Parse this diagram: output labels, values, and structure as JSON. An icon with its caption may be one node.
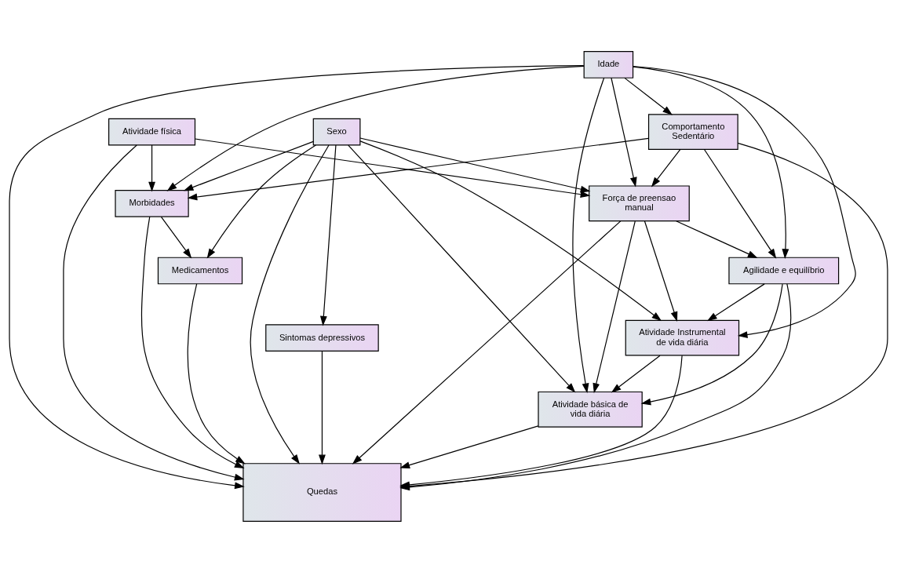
{
  "diagram": {
    "nodes": [
      {
        "text": [
          "Força de preensao manual"
        ]
      },
      {
        "text": [
          "Atividade física"
        ]
      },
      {
        "text": [
          "Morbidades"
        ]
      },
      {
        "text": [
          "Comportamento Sedentário"
        ]
      },
      {
        "text": [
          "Medicamentos"
        ]
      },
      {
        "text": [
          "Atividade básica de vida diária"
        ]
      },
      {
        "text": [
          "Sexo"
        ]
      },
      {
        "text": [
          "Atividade Instrumental de vida diária"
        ]
      },
      {
        "text": [
          "Idade"
        ]
      },
      {
        "text": [
          "Sintomas depressivos"
        ]
      },
      {
        "text": [
          "Agilidade e equilíbrio"
        ]
      },
      {
        "text": [
          "Quedas"
        ]
      }
    ],
    "edges": [
      {
        "from": 1,
        "to": 0,
        "arrow": "to"
      },
      {
        "from": 1,
        "to": 2,
        "arrow": "to"
      },
      {
        "from": 1,
        "to": 11,
        "arrow": "to"
      },
      {
        "from": 0,
        "to": 5,
        "arrow": "to"
      },
      {
        "from": 0,
        "to": 7,
        "arrow": "to"
      },
      {
        "from": 0,
        "to": 10,
        "arrow": "to"
      },
      {
        "from": 0,
        "to": 11,
        "arrow": "to"
      },
      {
        "from": 3,
        "to": 0,
        "arrow": "to"
      },
      {
        "from": 3,
        "to": 2,
        "arrow": "to"
      },
      {
        "from": 3,
        "to": 10,
        "arrow": "to"
      },
      {
        "from": 3,
        "to": 11,
        "arrow": "to"
      },
      {
        "from": 2,
        "to": 4,
        "arrow": "to"
      },
      {
        "from": 2,
        "to": 11,
        "arrow": "to"
      },
      {
        "from": 4,
        "to": 11,
        "arrow": "to"
      },
      {
        "from": 6,
        "to": 0,
        "arrow": "to"
      },
      {
        "from": 6,
        "to": 2,
        "arrow": "to"
      },
      {
        "from": 6,
        "to": 4,
        "arrow": "to"
      },
      {
        "from": 6,
        "to": 5,
        "arrow": "to"
      },
      {
        "from": 6,
        "to": 7,
        "arrow": "to"
      },
      {
        "from": 6,
        "to": 9,
        "arrow": "to"
      },
      {
        "from": 6,
        "to": 11,
        "arrow": "to"
      },
      {
        "from": 8,
        "to": 0,
        "arrow": "to"
      },
      {
        "from": 8,
        "to": 3,
        "arrow": "to"
      },
      {
        "from": 8,
        "to": 2,
        "arrow": "to"
      },
      {
        "from": 8,
        "to": 5,
        "arrow": "to"
      },
      {
        "from": 8,
        "to": 7,
        "arrow": "to"
      },
      {
        "from": 8,
        "to": 10,
        "arrow": "to"
      },
      {
        "from": 8,
        "to": 11,
        "arrow": "to"
      },
      {
        "from": 7,
        "to": 5,
        "arrow": "to"
      },
      {
        "from": 5,
        "to": 11,
        "arrow": "to"
      },
      {
        "from": 7,
        "to": 11,
        "arrow": "to"
      },
      {
        "from": 10,
        "to": 5,
        "arrow": "to"
      },
      {
        "from": 10,
        "to": 7,
        "arrow": "to"
      },
      {
        "from": 10,
        "to": 11,
        "arrow": "to"
      },
      {
        "from": 9,
        "to": 11,
        "arrow": "to"
      }
    ]
  }
}
